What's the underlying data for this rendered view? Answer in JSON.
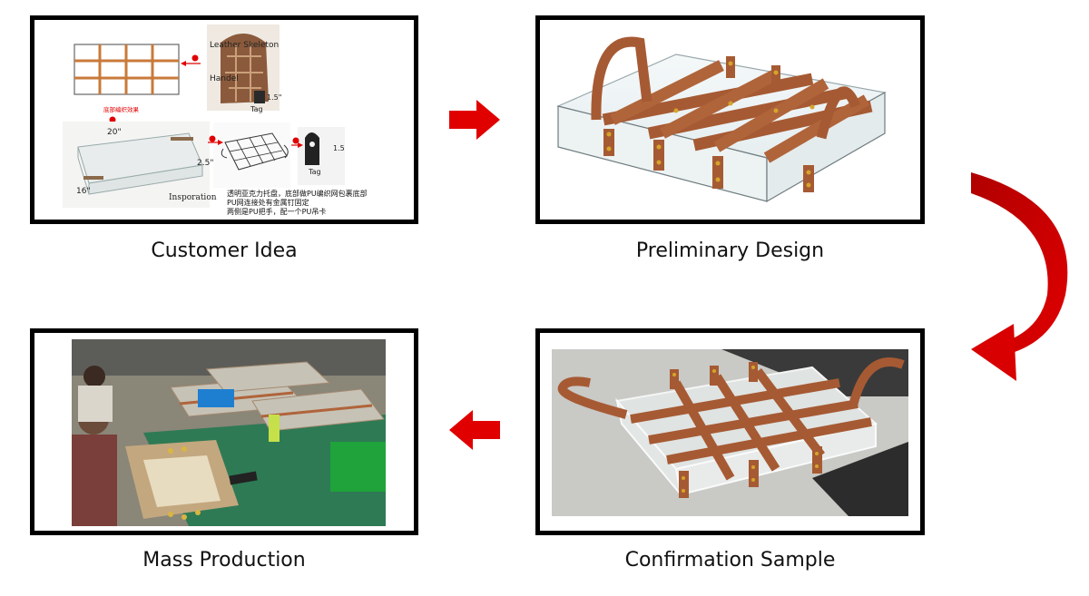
{
  "steps": [
    {
      "label": "Customer Idea"
    },
    {
      "label": "Preliminary Design"
    },
    {
      "label": "Confirmation Sample"
    },
    {
      "label": "Mass Production"
    }
  ],
  "customer_idea": {
    "dim_width": "20\"",
    "dim_height": "2.5\"",
    "dim_depth": "16\"",
    "inspiration": "Insporation",
    "leather_label": "Leather Skeleton",
    "handle_label": "Handel",
    "tag_label": "Tag",
    "dim_tag": "1.5\"",
    "dim_tag2": "1.5",
    "tag_label2": "Tag",
    "bottom_note": "底部编织效果",
    "note_line1": "透明亚克力托盘，底部做PU编织网包裹底部",
    "note_line2": "PU网连接处有金属钉固定",
    "note_line3": "两侧是PU把手，配一个PU吊卡",
    "accent_red": "#e00000"
  },
  "colors": {
    "arrow_red": "#e00000",
    "leather": "#a0522d",
    "frame": "#000000"
  }
}
